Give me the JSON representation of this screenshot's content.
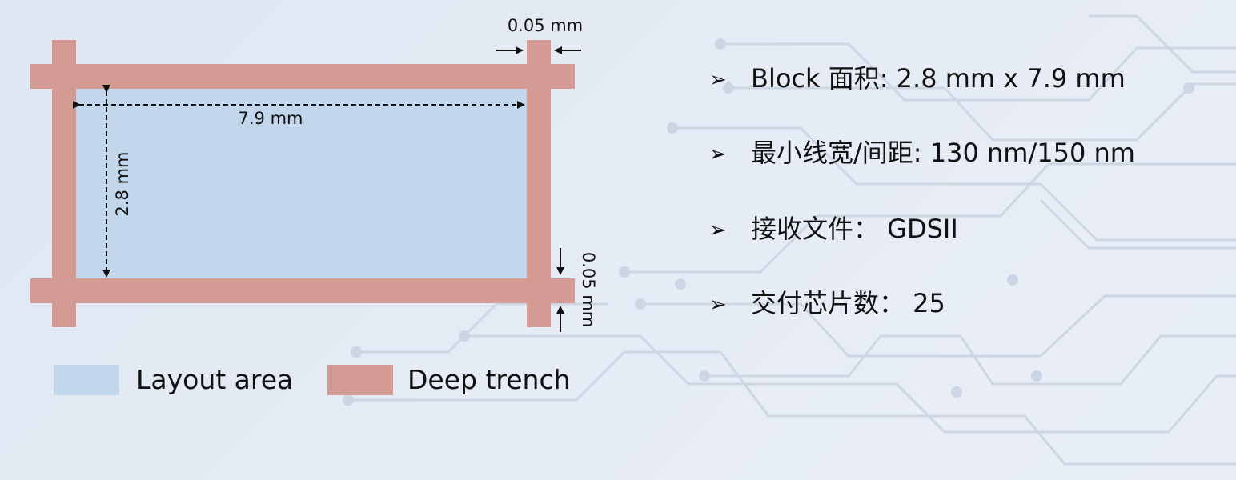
{
  "diagram": {
    "dimensions": {
      "width_label": "7.9 mm",
      "height_label": "2.8 mm",
      "trench_top_label": "0.05 mm",
      "trench_side_label": "0.05 mm"
    },
    "legend": [
      {
        "label": "Layout area",
        "color": "#c3d7ec"
      },
      {
        "label": "Deep trench",
        "color": "#d49a94"
      }
    ]
  },
  "bullets": [
    {
      "marker": "➢",
      "text": "Block  面积: 2.8 mm x 7.9 mm"
    },
    {
      "marker": "➢",
      "text": "最小线宽/间距: 130 nm/150 nm"
    },
    {
      "marker": "➢",
      "text": "接收文件：  GDSII"
    },
    {
      "marker": "➢",
      "text": "交付芯片数：  25"
    }
  ],
  "colors": {
    "layout_area": "#c3d7ec",
    "deep_trench": "#d49a94",
    "circuit_lines": "#cdd6e3"
  }
}
